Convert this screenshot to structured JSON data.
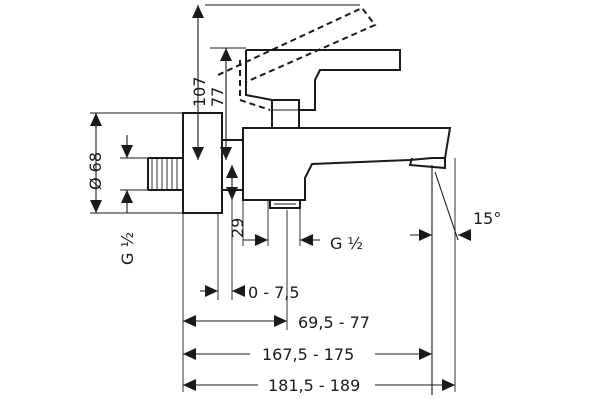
{
  "dimensions": {
    "height_total": "107",
    "height_spout": "77",
    "diameter": "Ø 68",
    "thread_left": "G ½",
    "offset_29": "29",
    "thread_bottom": "G ½",
    "angle": "15°",
    "range_0_75": "0 - 7,5",
    "range_695_77": "69,5 - 77",
    "range_1675_175": "167,5 - 175",
    "range_1815_189": "181,5 - 189"
  }
}
